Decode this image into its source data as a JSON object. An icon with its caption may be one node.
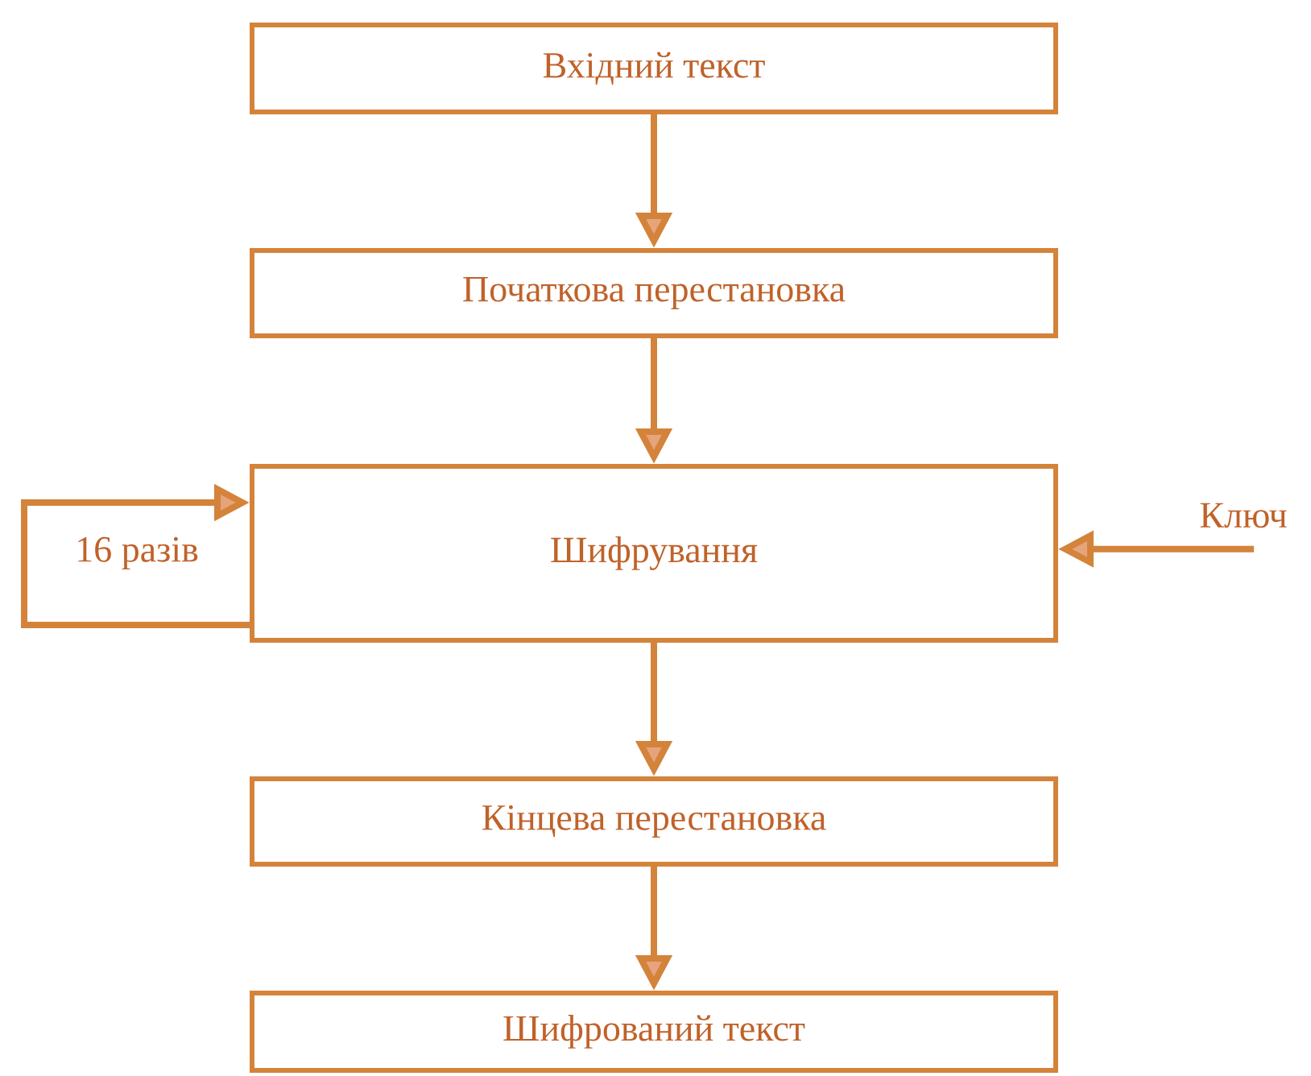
{
  "diagram": {
    "nodes": [
      {
        "text": [
          "Вхідний текст"
        ]
      },
      {
        "text": [
          "Початкова перестановка"
        ]
      },
      {
        "text": [
          "Шифрування"
        ]
      },
      {
        "text": [
          "Кінцева перестановка"
        ]
      },
      {
        "text": [
          "Шифрований текст"
        ]
      },
      {
        "text": [
          "Ключ"
        ]
      }
    ],
    "edges": [
      {
        "from": 0,
        "to": 1,
        "arrow": "to"
      },
      {
        "from": 1,
        "to": 2,
        "arrow": "to"
      },
      {
        "from": 2,
        "to": 2,
        "arrow": "to",
        "label": "16 разів"
      },
      {
        "from": 5,
        "to": 2,
        "arrow": "to"
      },
      {
        "from": 2,
        "to": 3,
        "arrow": "to"
      },
      {
        "from": 3,
        "to": 4,
        "arrow": "to"
      }
    ]
  }
}
